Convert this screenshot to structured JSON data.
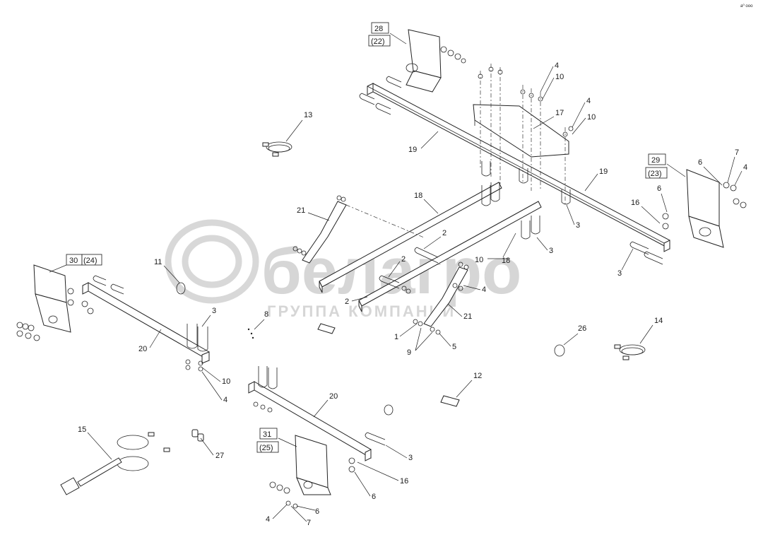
{
  "watermark": {
    "brand": "белагро",
    "subtitle": "ГРУППА КОМПАНИЙ"
  },
  "corner_mark": "a⁰ ooo",
  "boxed_labels": [
    {
      "main": "28",
      "alt": "(22)"
    },
    {
      "main": "29",
      "alt": "(23)"
    },
    {
      "main": "30",
      "alt": "(24)"
    },
    {
      "main": "31",
      "alt": "(25)"
    }
  ],
  "callouts": {
    "c1": "1",
    "c2a": "2",
    "c2b": "2",
    "c2c": "2",
    "c3a": "3",
    "c3b": "3",
    "c3c": "3",
    "c3d": "3",
    "c3e": "3",
    "c4a": "4",
    "c4b": "4",
    "c4c": "4",
    "c4d": "4",
    "c4e": "4",
    "c4f": "4",
    "c5": "5",
    "c6a": "6",
    "c6b": "6",
    "c6c": "6",
    "c6d": "6",
    "c7a": "7",
    "c7b": "7",
    "c8": "8",
    "c9": "9",
    "c10a": "10",
    "c10b": "10",
    "c10c": "10",
    "c10d": "10",
    "c11": "11",
    "c12": "12",
    "c13": "13",
    "c14": "14",
    "c15": "15",
    "c16a": "16",
    "c16b": "16",
    "c17": "17",
    "c18a": "18",
    "c18b": "18",
    "c19a": "19",
    "c19b": "19",
    "c20a": "20",
    "c20b": "20",
    "c21a": "21",
    "c21b": "21",
    "c26": "26",
    "c27": "27"
  }
}
